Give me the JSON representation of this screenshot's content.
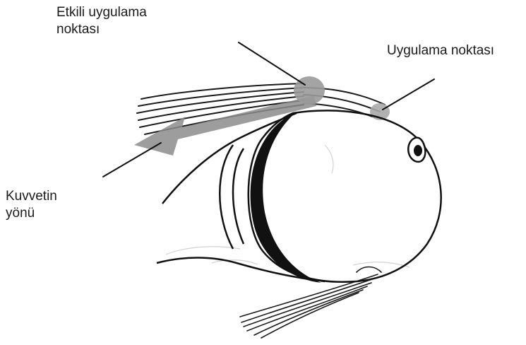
{
  "diagram": {
    "labels": {
      "effective_point": [
        "Etkili uygulama",
        "noktası"
      ],
      "application_point": "Uygulama noktası",
      "force_direction": [
        "Kuvvetin",
        "yönü"
      ]
    },
    "colors": {
      "ink": "#111111",
      "gray_marker": "#9a9a9a",
      "force_arrow": "#8c8c8c",
      "background": "#ffffff"
    }
  }
}
